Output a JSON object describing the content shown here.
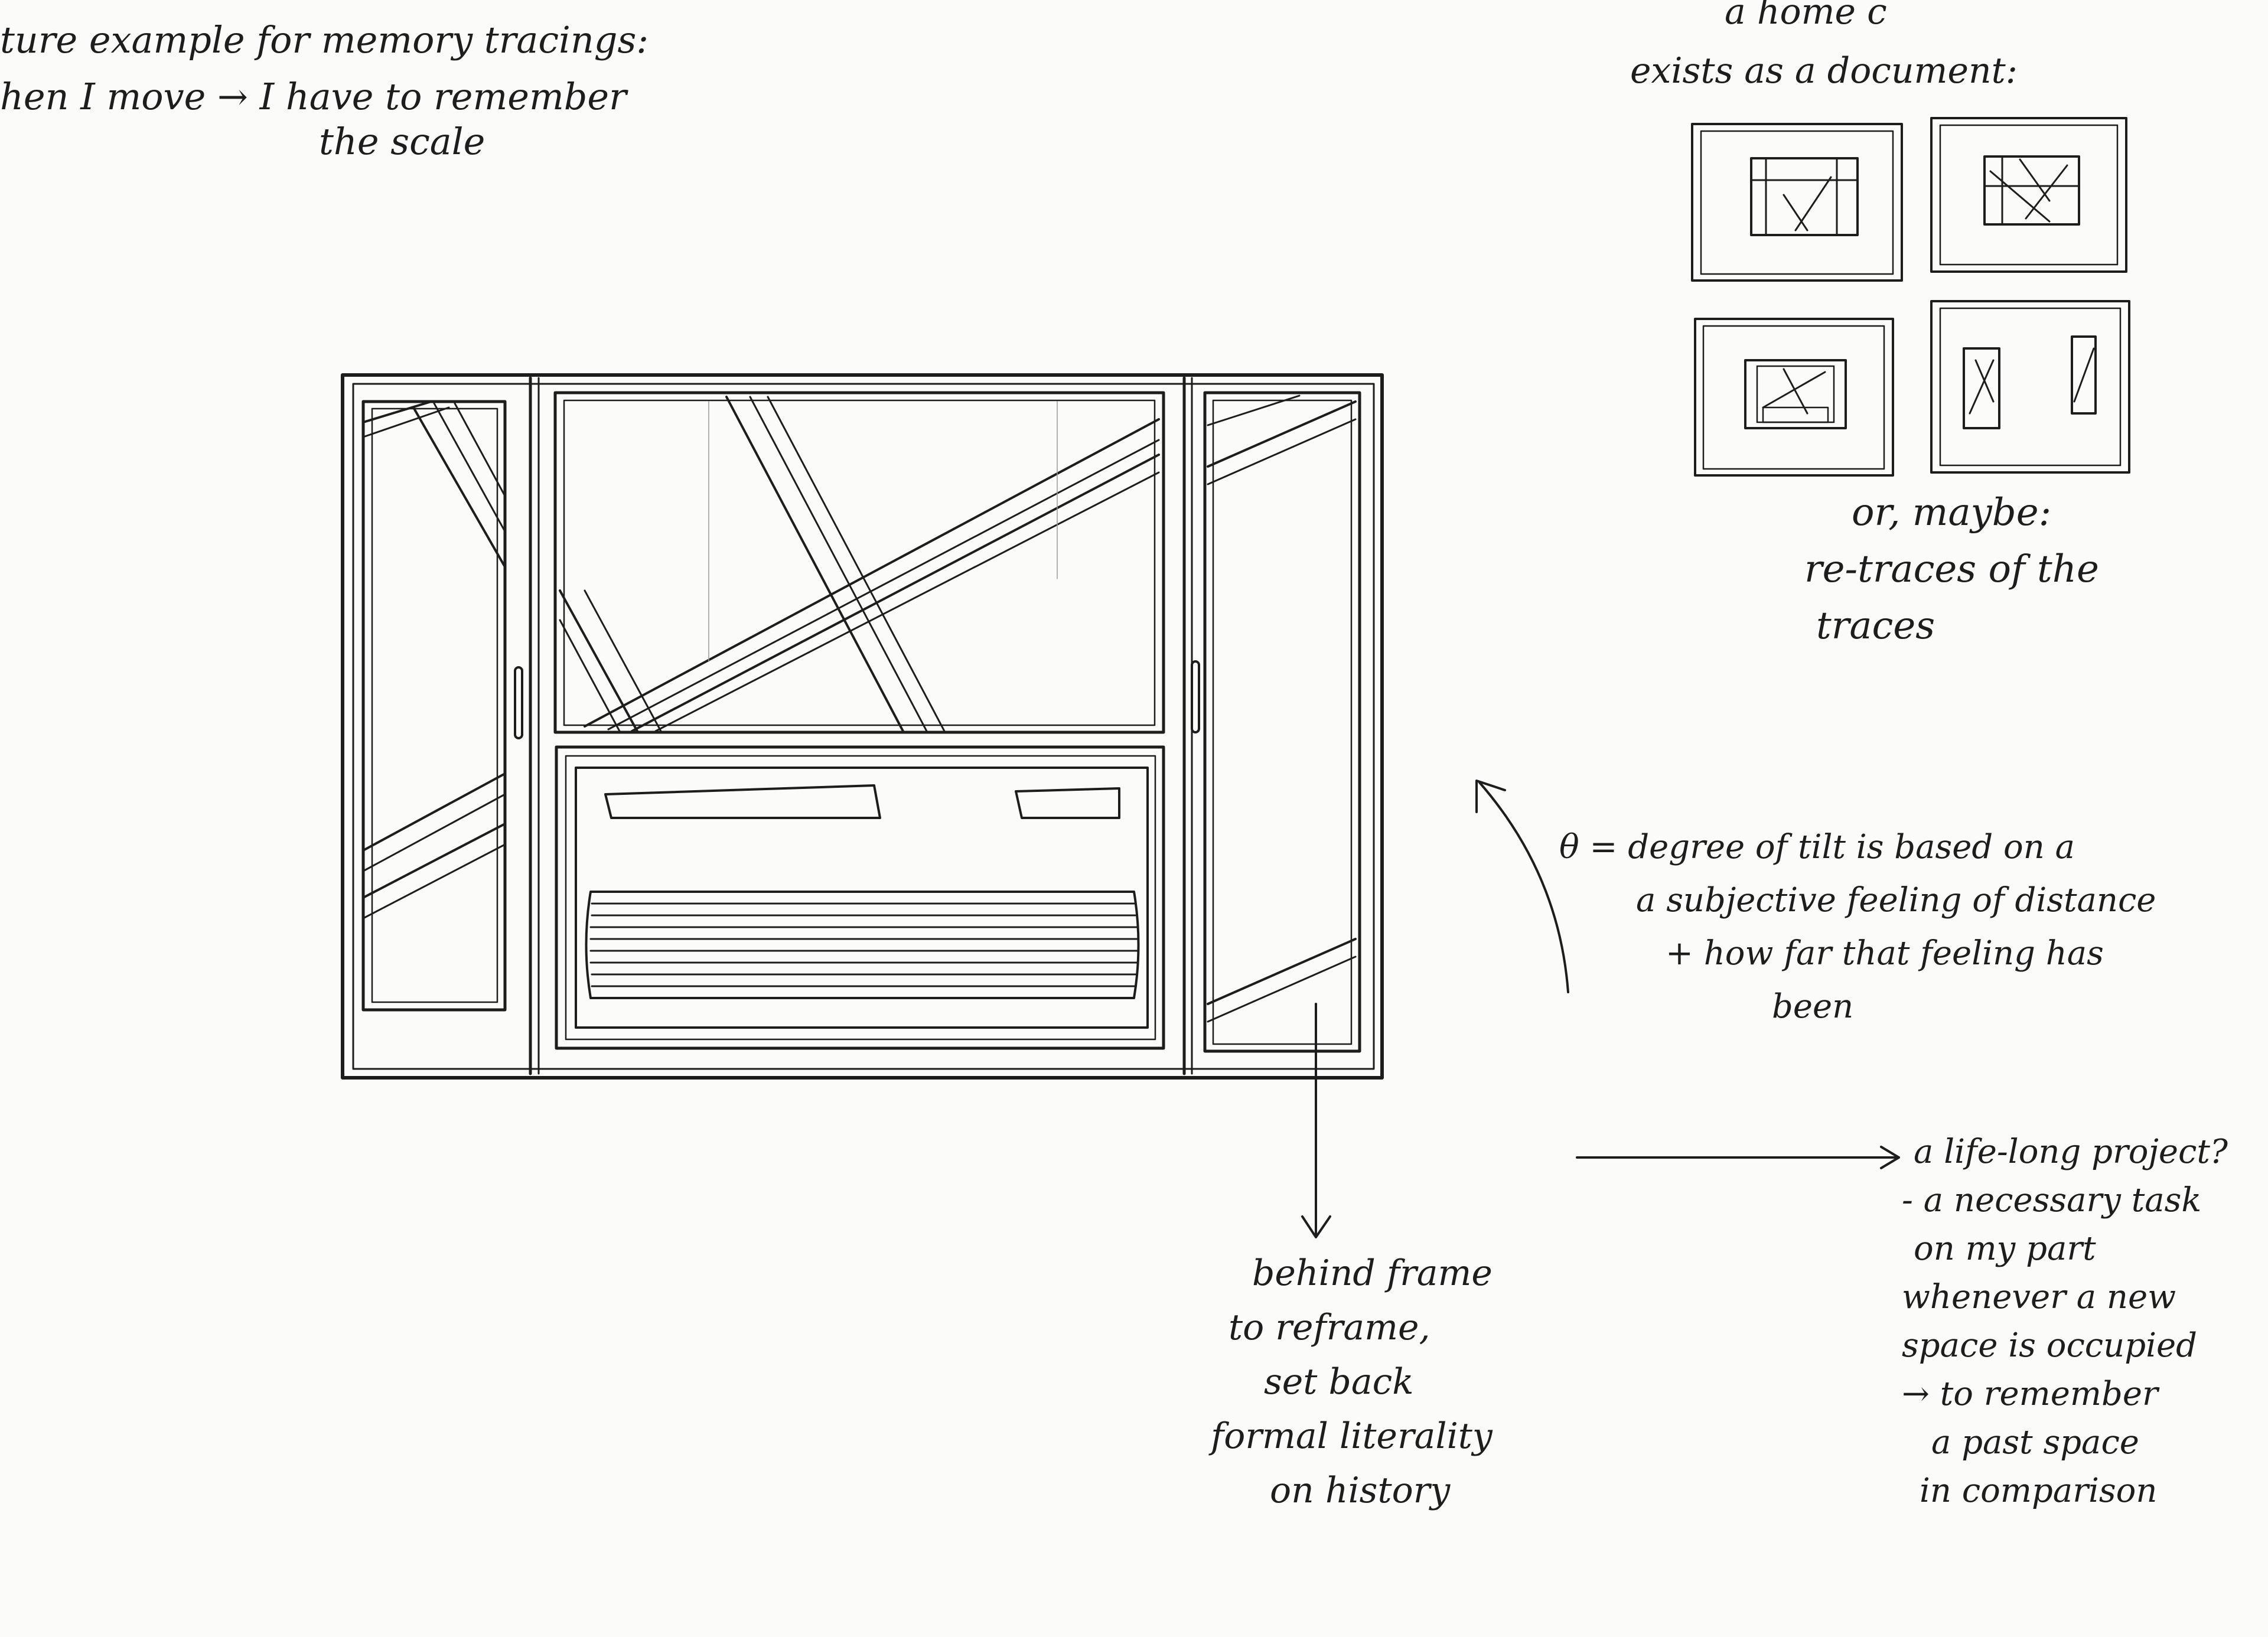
{
  "notes": {
    "top_left": {
      "line1": "ture example for memory tracings:",
      "line2": "hen I move → I have to remember",
      "line3": "the scale"
    },
    "top_right": {
      "line1": "a home c",
      "line2": "exists as a document:"
    },
    "or_maybe": {
      "line1": "or, maybe:",
      "line2": "re-traces of the",
      "line3": "traces"
    },
    "theta": {
      "line1": "θ = degree of tilt is based on a",
      "line2": "a subjective feeling of distance",
      "line3": "+ how far that feeling has",
      "line4": "been"
    },
    "behind_frame": {
      "line1": "behind frame",
      "line2": "to reframe,",
      "line3": "set back",
      "line4": "formal literality",
      "line5": "on history"
    },
    "life_long": {
      "line1": "a life-long project?",
      "line2": "- a necessary task",
      "line3": "on my part",
      "line4": "whenever a new",
      "line5": "space is occupied",
      "line6": "→ to remember",
      "line7": "a past space",
      "line8": "in comparison"
    }
  },
  "colors": {
    "paper": "#fbfbf9",
    "pencil": "#1d1d1d"
  }
}
